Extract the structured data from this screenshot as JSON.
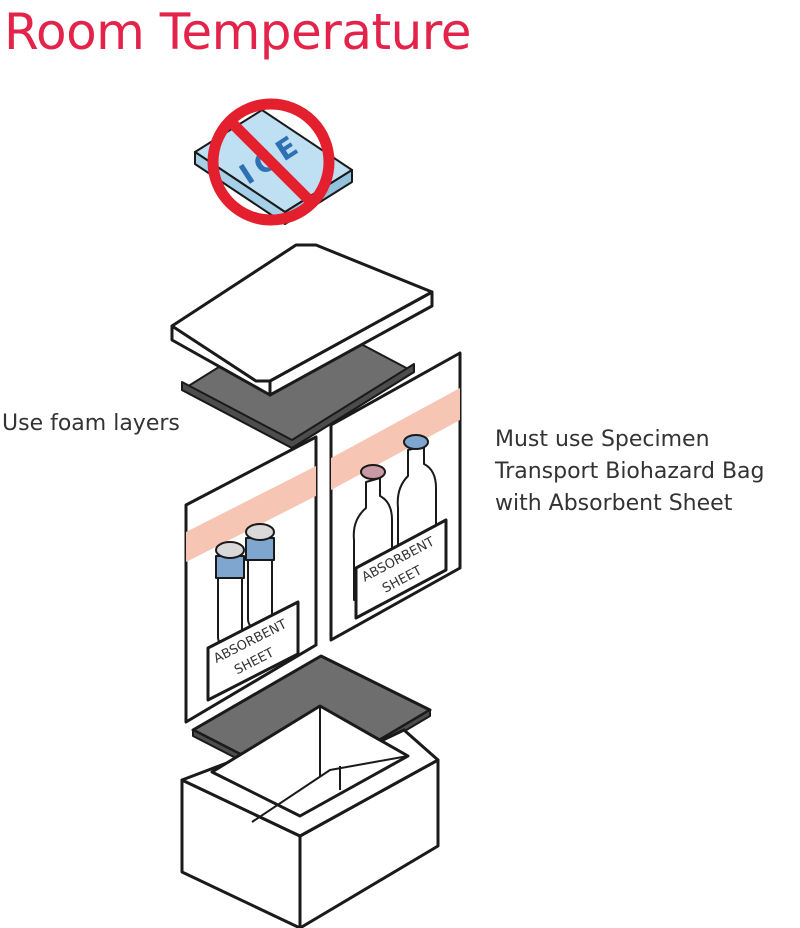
{
  "title": "Room Temperature",
  "labels": {
    "foam": "Use foam layers",
    "bag_line1": "Must use Specimen",
    "bag_line2": "Transport Biohazard Bag",
    "bag_line3": "with Absorbent Sheet"
  },
  "ice_text": "ICE",
  "absorbent": {
    "line1": "ABSORBENT",
    "line2": "SHEET"
  },
  "colors": {
    "title": "#e4234b",
    "prohibit": "#e4202f",
    "ice": "#bfe0f3",
    "ice_text": "#2f6fb4",
    "foam_dark": "#6e6e6e",
    "bag_stripe": "#f6c5b3",
    "cap_blue": "#7ea6cf",
    "cap_rose": "#c99aa6"
  }
}
